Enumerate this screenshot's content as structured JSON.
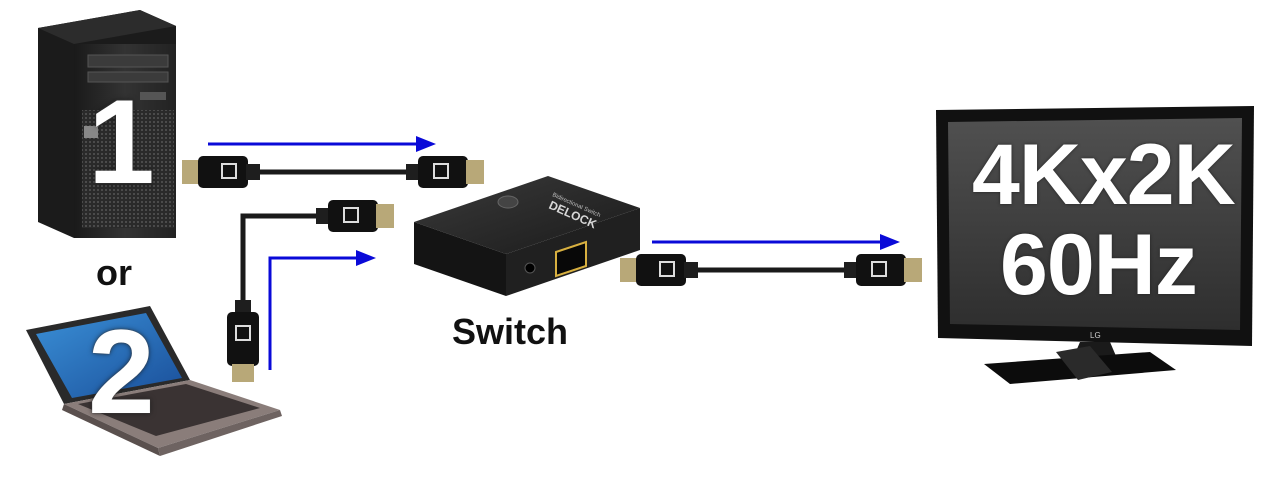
{
  "labels": {
    "or": "or",
    "switch": "Switch"
  },
  "sources": {
    "desktop_number": "1",
    "laptop_number": "2"
  },
  "display": {
    "line1": "4Kx2K",
    "line2": "60Hz",
    "brand": "LG"
  },
  "switch_device": {
    "brand": "DELOCK",
    "subtitle": "Bidirectional Switch"
  },
  "colors": {
    "arrow": "#0a0ad8",
    "cable": "#1a1a1a",
    "connector": "#111111",
    "plug_metal": "#b8a878"
  },
  "icons": [
    "desktop-pc-icon",
    "laptop-icon",
    "displayport-switch-icon",
    "tv-monitor-icon",
    "displayport-connector-icon",
    "arrow-right-icon"
  ]
}
